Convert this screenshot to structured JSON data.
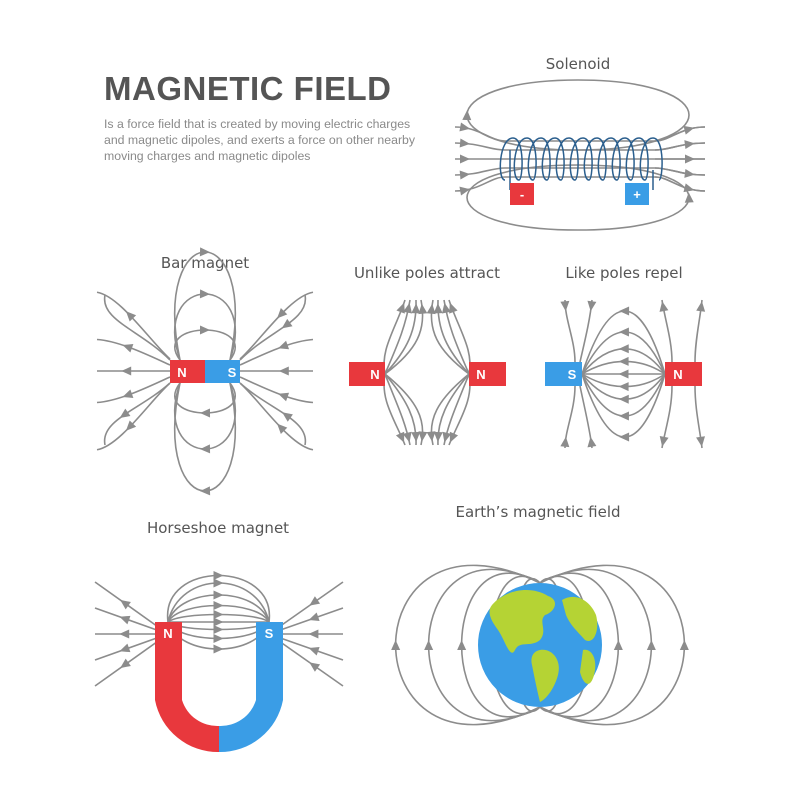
{
  "header": {
    "title": "MAGNETIC FIELD",
    "description": "Is a force field that is created by moving electric charges and magnetic dipoles, and exerts a force on other nearby moving charges and magnetic dipoles"
  },
  "diagrams": {
    "solenoid": {
      "caption": "Solenoid",
      "minus": "-",
      "plus": "+"
    },
    "bar_magnet": {
      "caption": "Bar magnet",
      "north": "N",
      "south": "S"
    },
    "unlike_poles": {
      "caption": "Unlike poles attract",
      "left": "N",
      "right": "N"
    },
    "like_poles": {
      "caption": "Like poles repel",
      "left": "S",
      "right": "N"
    },
    "horseshoe": {
      "caption": "Horseshoe magnet",
      "north": "N",
      "south": "S"
    },
    "earth": {
      "caption": "Earth’s magnetic field"
    }
  },
  "colors": {
    "north": "#e8383d",
    "south": "#3a9de6",
    "line": "#8c8c8c",
    "coil": "#2b5f8e",
    "ocean": "#3a9de6",
    "land": "#b5d334"
  }
}
